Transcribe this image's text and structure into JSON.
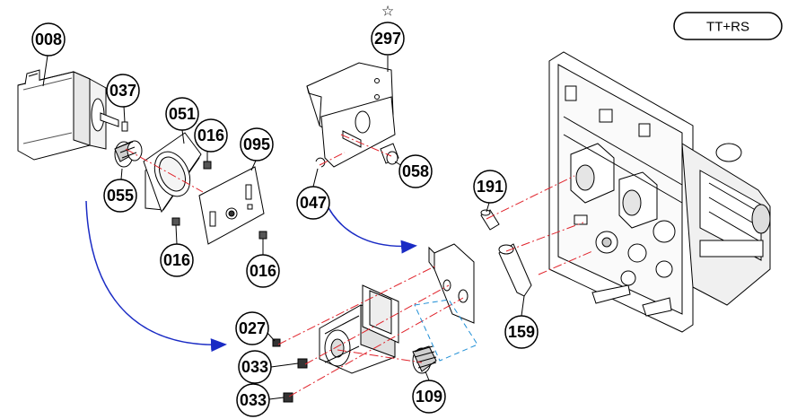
{
  "badge": "TT+RS",
  "star": "☆",
  "callouts": {
    "c008": "008",
    "c037": "037",
    "c051": "051",
    "c016a": "016",
    "c095": "095",
    "c055": "055",
    "c016b": "016",
    "c016c": "016",
    "c297": "297",
    "c047": "047",
    "c058": "058",
    "c191": "191",
    "c159": "159",
    "c027": "027",
    "c033a": "033",
    "c033b": "033",
    "c109": "109"
  },
  "colors": {
    "line": "#000000",
    "centerline": "#e0222a",
    "arrow": "#1a2bc4",
    "dashed_box": "#1f8fd6",
    "shade": "#d9d9d9"
  }
}
